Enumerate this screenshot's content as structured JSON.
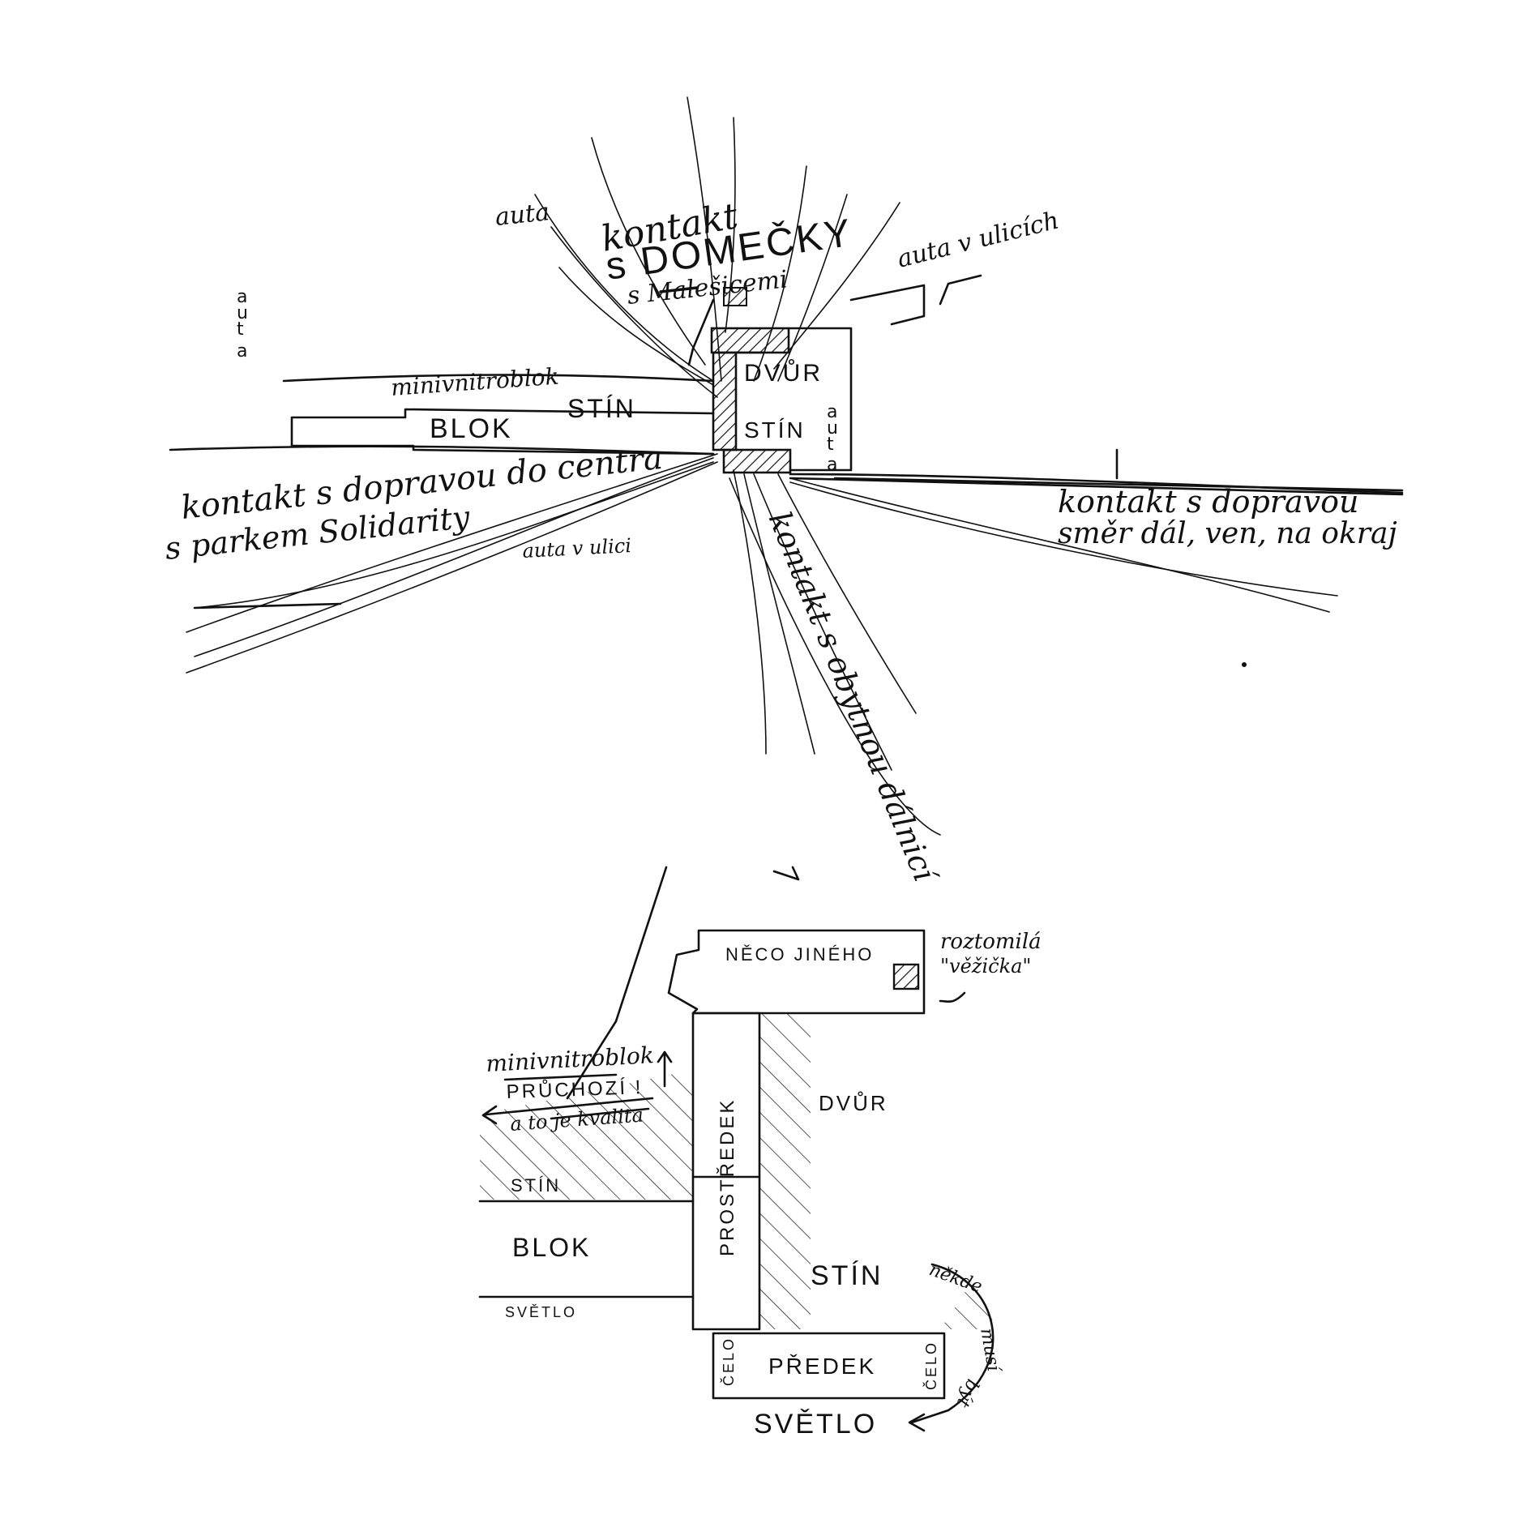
{
  "top_sketch": {
    "labels": {
      "auta_top": "auta",
      "kontakt_head": "kontakt",
      "domecky_s": "s DOMEČKY",
      "malesici": "s Malešicemi",
      "auta_v_ulicich": "auta v ulicích",
      "auta_vertical_left": "auta",
      "miniv": "minivnitroblok",
      "stin_top": "STÍN",
      "blok_top": "BLOK",
      "dvur_top": "DVŮR",
      "stin_court": "STÍN",
      "auta_vertical_right": "auta",
      "kontakt_centrum": "kontakt s dopravou do centra",
      "parkem": "s parkem Solidarity",
      "auta_v_ulici": "auta v ulici",
      "kontakt_right_1": "kontakt s dopravou",
      "kontakt_right_2": "směr dál, ven, na okraj",
      "kontakt_dalnici": "kontakt s obytnou dálnicí"
    }
  },
  "bottom_sketch": {
    "labels": {
      "neco_jineho": "NĚCO JINÉHO",
      "roztomila": "roztomilá",
      "vezicka": "\"věžička\"",
      "miniv": "minivnitroblok",
      "pruchozi": "PRŮCHOZÍ !",
      "kvalita": "a to je kvalita",
      "prostredek": "PROSTŘEDEK",
      "dvur": "DVŮR",
      "stin_left": "STÍN",
      "blok": "BLOK",
      "svetlo_small": "SVĚTLO",
      "stin_court": "STÍN",
      "nekde": "někde",
      "musi": "musí",
      "byt": "být",
      "predek": "PŘEDEK",
      "celo_left": "ČELO",
      "celo_right": "ČELO",
      "svetlo_big": "SVĚTLO"
    }
  }
}
